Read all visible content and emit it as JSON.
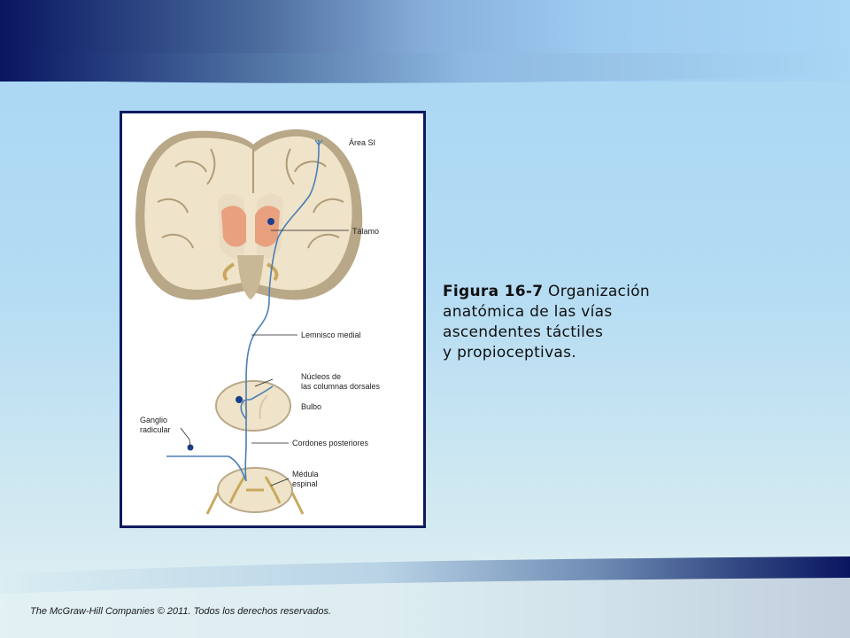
{
  "figure": {
    "labels": {
      "area_si": "Área SI",
      "talamo": "Tálamo",
      "lemnisco_medial": "Lemnisco medial",
      "nucleos_line1": "Núcleos de",
      "nucleos_line2": "las columnas dorsales",
      "bulbo": "Bulbo",
      "ganglio_line1": "Ganglio",
      "ganglio_line2": "radicular",
      "cordones_posteriores": "Cordones posteriores",
      "medula_line1": "Médula",
      "medula_line2": "espinal"
    }
  },
  "caption": {
    "figure_number": "Figura 16-7",
    "text_line1": " Organización",
    "text_line2": "anatómica de las vías",
    "text_line3": "ascendentes táctiles",
    "text_line4": "y propioceptivas."
  },
  "footer": {
    "copyright": "The McGraw-Hill Companies © 2011. Todos los derechos reservados."
  },
  "colors": {
    "navy": "#0a1560",
    "pathway": "#4a7fb5",
    "brain_tissue": "#e9dcc2",
    "thalamus": "#e9a07f"
  }
}
